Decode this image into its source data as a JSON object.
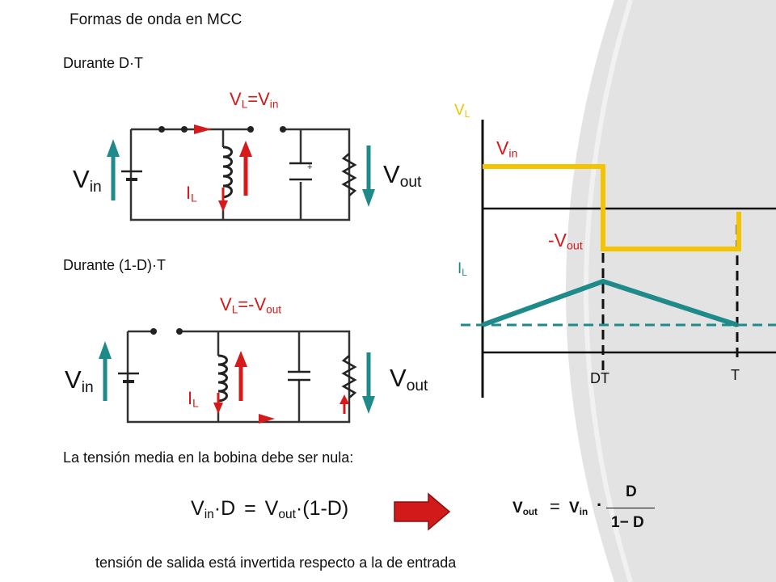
{
  "title": "Formas de onda en MCC",
  "sections": {
    "on": {
      "heading": "Durante D·T",
      "vl_eq": {
        "v": "V",
        "sub": "L",
        "rest": "=V",
        "sub2": "in"
      },
      "vin": {
        "v": "V",
        "sub": "in"
      },
      "vout": {
        "v": "V",
        "sub": "out"
      },
      "il": {
        "v": "I",
        "sub": "L"
      }
    },
    "off": {
      "heading": "Durante (1-D)·T",
      "vl_eq": {
        "v": "V",
        "sub": "L",
        "rest": "=-V",
        "sub2": "out"
      },
      "vin": {
        "v": "V",
        "sub": "in"
      },
      "vout": {
        "v": "V",
        "sub": "out"
      },
      "il": {
        "v": "I",
        "sub": "L"
      }
    }
  },
  "waveform": {
    "vl_label": {
      "v": "V",
      "sub": "L"
    },
    "il_label": {
      "v": "I",
      "sub": "L"
    },
    "vin_label": {
      "v": "V",
      "sub": "in"
    },
    "neg_vout_label": {
      "v": "-V",
      "sub": "out"
    },
    "dt_label": "DT",
    "t_label": "T",
    "colors": {
      "voltage": "#f5c400",
      "current": "#1f8a8a",
      "axis": "#111111"
    }
  },
  "note": "La tensión media en la bobina debe ser nula:",
  "equation": {
    "vin": "V",
    "vin_sub": "in",
    "dot1": "·D",
    "eq": "=",
    "vout": "V",
    "vout_sub": "out",
    "rest": "·(1-D)"
  },
  "result": {
    "vout": "V",
    "vout_sub": "out",
    "eq": "=",
    "vin": "V",
    "vin_sub": "in",
    "dot": "·",
    "num": "D",
    "den": "1− D"
  },
  "conclusion": "tensión de salida está invertida respecto a la de entrada",
  "colors": {
    "red": "#d21a1a",
    "arrow_green": "#1f8a8a",
    "arrow_red": "#d41a1a"
  }
}
